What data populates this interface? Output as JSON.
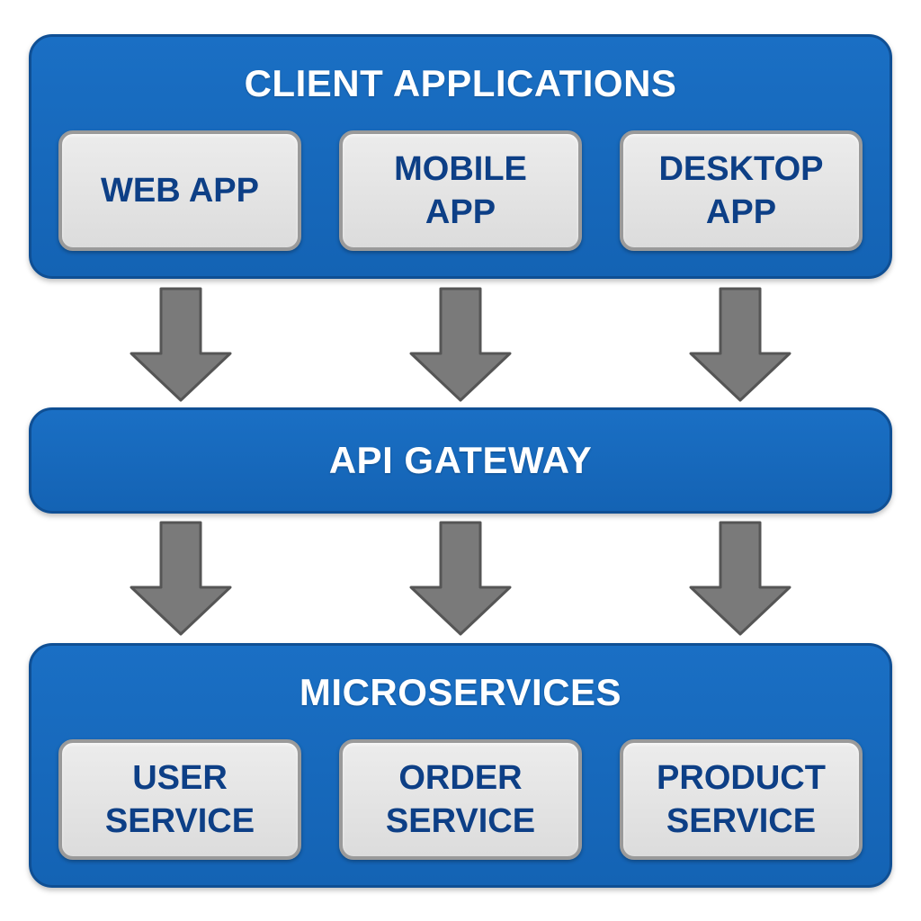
{
  "layers": {
    "clients": {
      "title": "CLIENT APPLICATIONS",
      "items": [
        "WEB APP",
        "MOBILE\nAPP",
        "DESKTOP\nAPP"
      ]
    },
    "gateway": {
      "title": "API GATEWAY"
    },
    "services": {
      "title": "MICROSERVICES",
      "items": [
        "USER\nSERVICE",
        "ORDER\nSERVICE",
        "PRODUCT\nSERVICE"
      ]
    }
  },
  "colors": {
    "layer_fill": "#1668ba",
    "layer_border": "#0f4f94",
    "box_fill": "#e4e4e4",
    "box_text": "#0d3f86",
    "arrow_fill": "#7a7a7a"
  },
  "icons": [
    "down-arrow-icon"
  ]
}
